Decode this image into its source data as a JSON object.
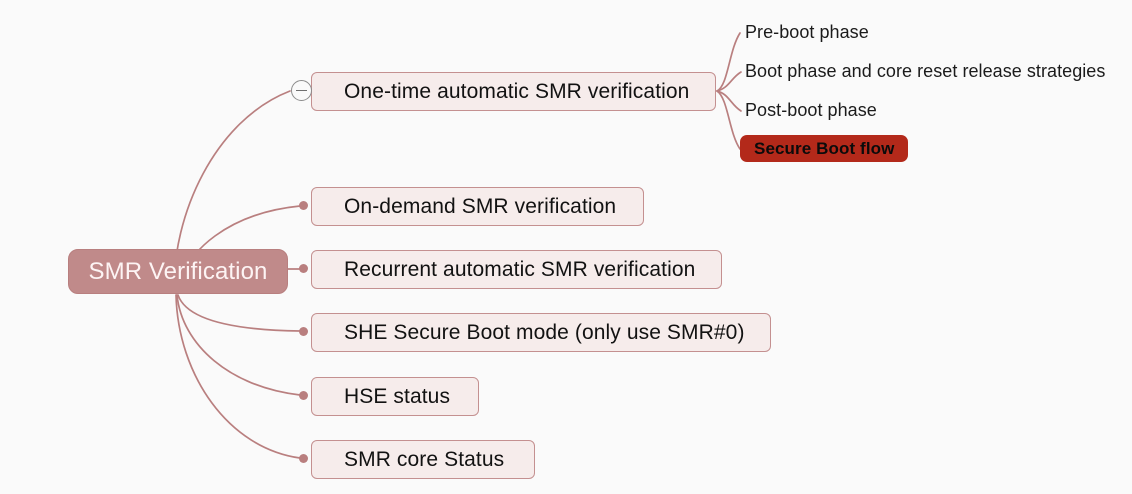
{
  "diagram": {
    "type": "mindmap",
    "title": "SMR Verification",
    "background_color": "#fafafa",
    "root": {
      "label": "SMR Verification",
      "fill_color": "#c08a8a",
      "text_color": "#fdf4f4"
    },
    "node_style": {
      "fill_color": "#f6eceb",
      "border_color": "#c49090",
      "text_color": "#121212",
      "edge_color": "#b97f7f"
    },
    "branches": [
      {
        "label": "One-time automatic SMR verification",
        "expanded": true,
        "toggle_icon": "minus-circle-icon",
        "children": [
          {
            "label": "Pre-boot phase",
            "style": "plain"
          },
          {
            "label": "Boot phase and core reset release strategies",
            "style": "plain"
          },
          {
            "label": "Post-boot phase",
            "style": "plain"
          },
          {
            "label": "Secure Boot flow",
            "style": "badge",
            "fill_color": "#b3291a",
            "text_color": "#0b0b0b"
          }
        ]
      },
      {
        "label": "On-demand SMR verification",
        "children": []
      },
      {
        "label": "Recurrent automatic SMR verification",
        "children": []
      },
      {
        "label": "SHE Secure Boot mode (only use SMR#0)",
        "children": []
      },
      {
        "label": "HSE status",
        "children": []
      },
      {
        "label": "SMR core Status",
        "children": []
      }
    ]
  }
}
